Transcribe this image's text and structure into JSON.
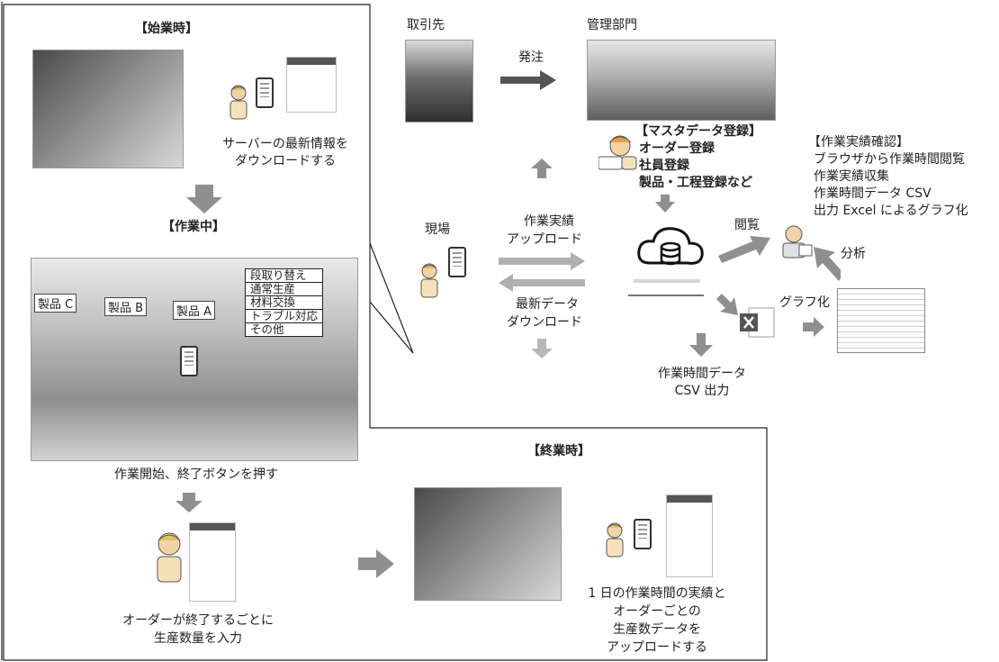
{
  "start_section": {
    "title": "【始業時】",
    "caption_line1": "サーバーの最新情報を",
    "caption_line2": "ダウンロードする"
  },
  "during_section": {
    "title": "【作業中】",
    "tabs": [
      "段取り替え",
      "通常生産",
      "材料交換",
      "トラブル対応",
      "その他"
    ],
    "products": [
      "製品 C",
      "製品 B",
      "製品 A"
    ],
    "caption": "作業開始、終了ボタンを押す",
    "input_line1": "オーダーが終了するごとに",
    "input_line2": "生産数量を入力"
  },
  "end_section": {
    "title": "【終業時】",
    "caption_lines": [
      "1 日の作業時間の実績と",
      "オーダーごとの",
      "生産数データを",
      "アップロードする"
    ]
  },
  "partner": {
    "label": "取引先",
    "order_label": "発注"
  },
  "management": {
    "label": "管理部門",
    "master_lines": [
      "【マスタデータ登録】",
      "オーダー登録",
      "社員登録",
      "製品・工程登録など"
    ]
  },
  "site": {
    "label": "現場",
    "upload_line1": "作業実績",
    "upload_line2": "アップロード",
    "download_line1": "最新データ",
    "download_line2": "ダウンロード"
  },
  "review": {
    "view_label": "閲覧",
    "lines": [
      "【作業実績確認】",
      "ブラウザから作業時間閲覧",
      "作業実績収集",
      "作業時間データ CSV",
      "出力 Excel によるグラフ化"
    ],
    "analysis_label": "分析",
    "graph_label": "グラフ化"
  },
  "csv": {
    "line1": "作業時間データ",
    "line2": "CSV 出力"
  },
  "colors": {
    "arrow": "#8f8f8f",
    "arrow_dark": "#555555",
    "line": "#222222"
  }
}
